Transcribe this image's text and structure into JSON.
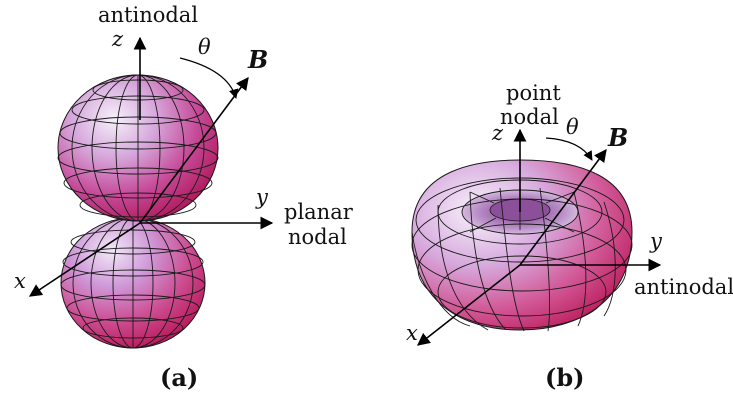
{
  "panels": [
    {
      "caption": "(a)",
      "labels": {
        "top": "antinodal",
        "z": "z",
        "theta": "θ",
        "B": "B",
        "y": "y",
        "right_line1": "planar",
        "right_line2": "nodal",
        "x": "x"
      }
    },
    {
      "caption": "(b)",
      "labels": {
        "top_line1": "point",
        "top_line2": "nodal",
        "z": "z",
        "theta": "θ",
        "B": "B",
        "y": "y",
        "right": "antinodal",
        "x": "x"
      }
    }
  ],
  "colors": {
    "surface_light": "#f4ecf8",
    "surface_mid": "#c486d0",
    "surface_dark": "#c81f6a",
    "surface_warm": "#e87a78",
    "mesh": "#1a1a1a",
    "axis": "#000000"
  }
}
